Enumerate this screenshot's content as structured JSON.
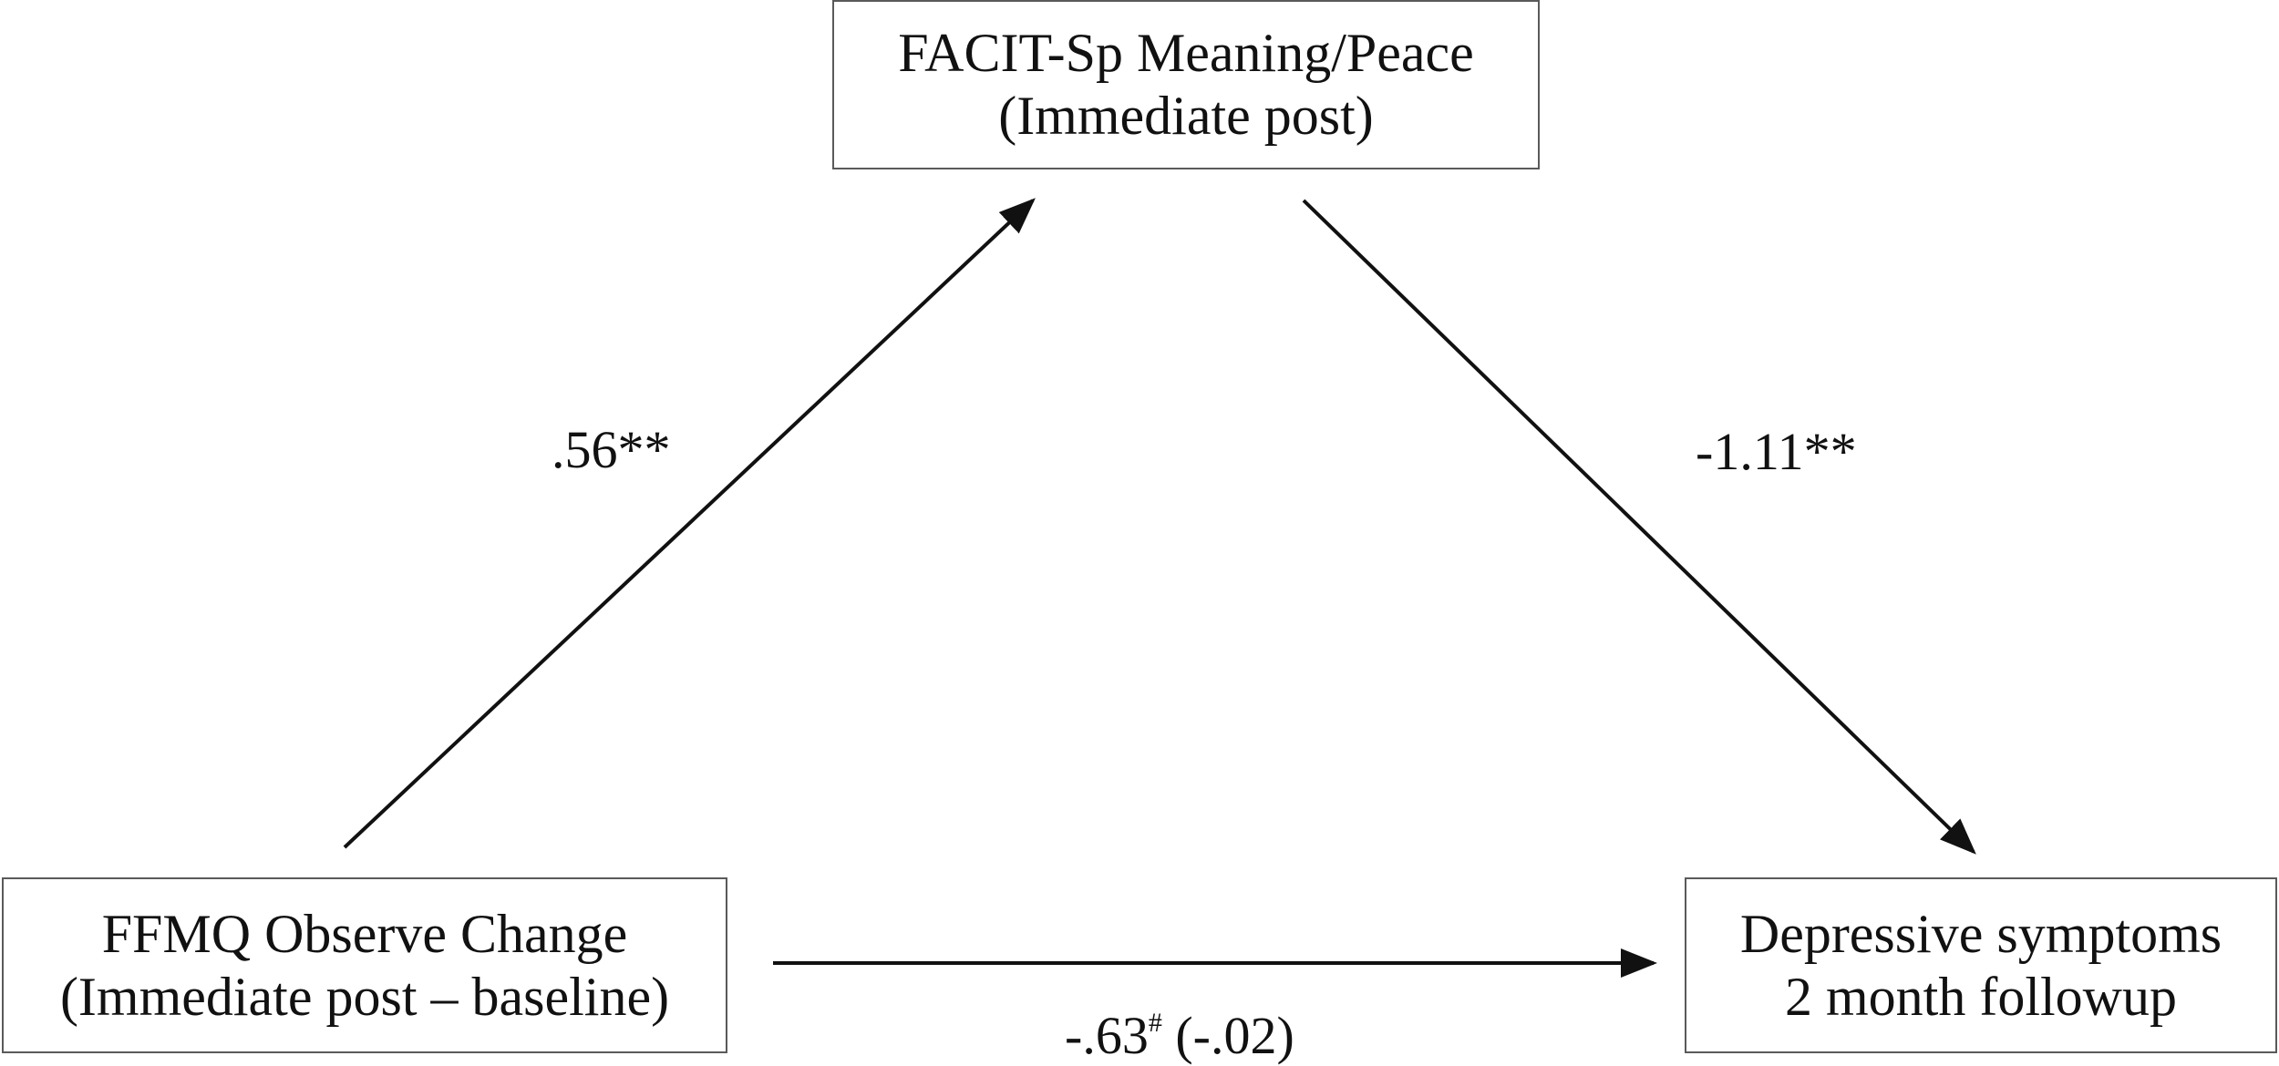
{
  "nodes": {
    "mediator": {
      "line1": "FACIT-Sp Meaning/Peace",
      "line2": "(Immediate post)"
    },
    "predictor": {
      "line1": "FFMQ Observe Change",
      "line2": "(Immediate post – baseline)"
    },
    "outcome": {
      "line1": "Depressive symptoms",
      "line2": "2 month followup"
    }
  },
  "paths": {
    "a": {
      "label": ".56**"
    },
    "b": {
      "label": "-1.11**"
    },
    "c": {
      "label_main": "-.63",
      "label_sup": "#",
      "label_paren": " (-.02)"
    }
  },
  "colors": {
    "line": "#111111",
    "border": "#5a5a5a",
    "text": "#111111"
  }
}
